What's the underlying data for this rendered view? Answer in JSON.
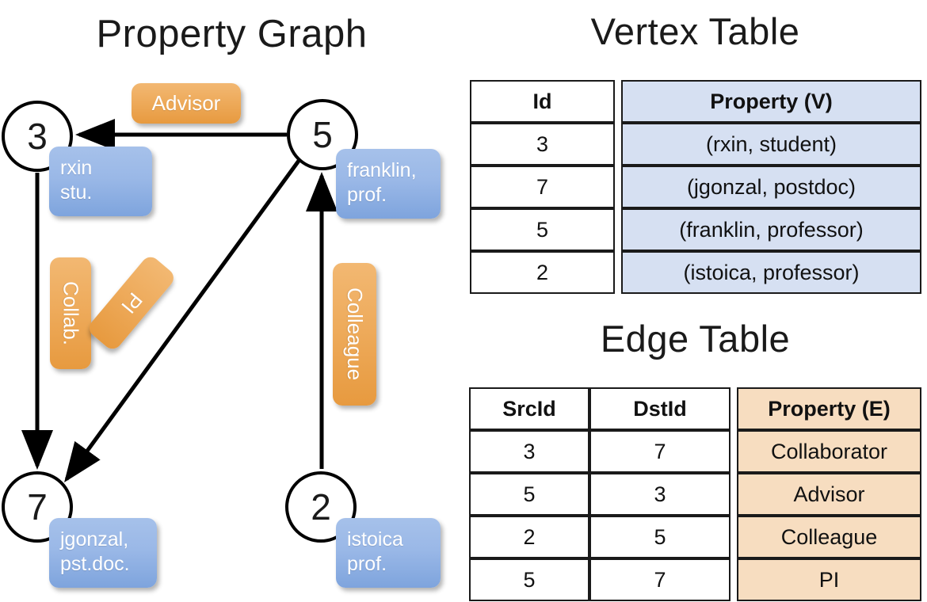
{
  "titles": {
    "property_graph": "Property Graph",
    "vertex_table": "Vertex Table",
    "edge_table": "Edge Table"
  },
  "graph": {
    "nodes": [
      {
        "id": "3",
        "property_label": "rxin\nstu."
      },
      {
        "id": "5",
        "property_label": "franklin,\nprof."
      },
      {
        "id": "7",
        "property_label": "jgonzal,\npst.doc."
      },
      {
        "id": "2",
        "property_label": "istoica\nprof."
      }
    ],
    "node_labels": {
      "n3_line1": "rxin",
      "n3_line2": "stu.",
      "n5_line1": "franklin,",
      "n5_line2": "prof.",
      "n7_line1": "jgonzal,",
      "n7_line2": "pst.doc.",
      "n2_line1": "istoica",
      "n2_line2": "prof."
    },
    "edges": [
      {
        "src": "5",
        "dst": "3",
        "label": "Advisor"
      },
      {
        "src": "3",
        "dst": "7",
        "label": "Collab."
      },
      {
        "src": "5",
        "dst": "7",
        "label": "PI"
      },
      {
        "src": "2",
        "dst": "5",
        "label": "Colleague"
      }
    ],
    "edge_labels": {
      "advisor": "Advisor",
      "collab": "Collab.",
      "pi": "PI",
      "colleague": "Colleague"
    }
  },
  "vertex_table": {
    "headers": [
      "Id",
      "Property (V)"
    ],
    "rows": [
      {
        "id": "3",
        "property": "(rxin, student)"
      },
      {
        "id": "7",
        "property": "(jgonzal, postdoc)"
      },
      {
        "id": "5",
        "property": "(franklin, professor)"
      },
      {
        "id": "2",
        "property": "(istoica, professor)"
      }
    ]
  },
  "edge_table": {
    "headers": [
      "SrcId",
      "DstId",
      "Property (E)"
    ],
    "rows": [
      {
        "src": "3",
        "dst": "7",
        "property": "Collaborator"
      },
      {
        "src": "5",
        "dst": "3",
        "property": "Advisor"
      },
      {
        "src": "2",
        "dst": "5",
        "property": "Colleague"
      },
      {
        "src": "5",
        "dst": "7",
        "property": "PI"
      }
    ]
  },
  "colors": {
    "vertex_property_fill": "#d6e0f2",
    "edge_property_fill": "#f7ddc0",
    "vertex_callout": "#9ab8e7",
    "edge_callout": "#eeab5c",
    "stroke": "#000000"
  }
}
